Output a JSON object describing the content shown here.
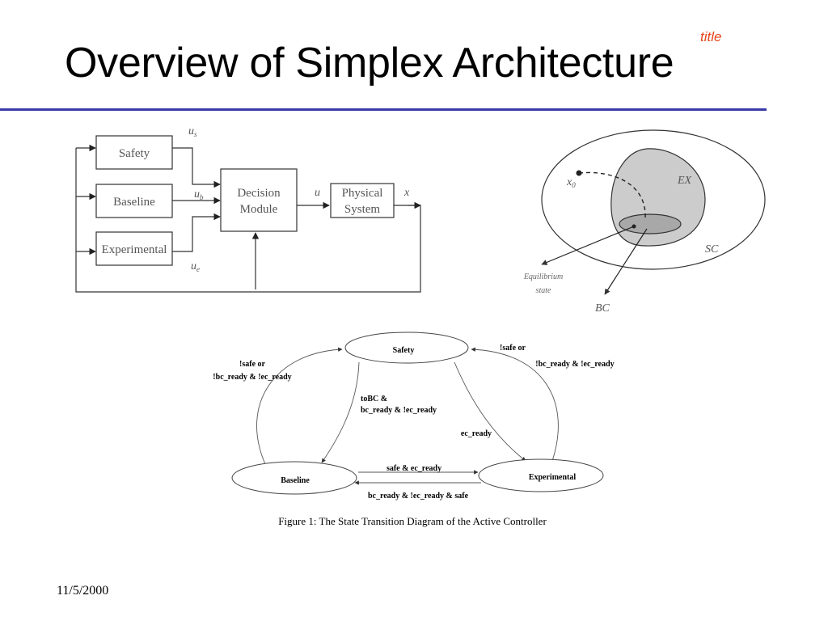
{
  "slide": {
    "tag": "title",
    "title": "Overview of Simplex Architecture",
    "date": "11/5/2000"
  },
  "block_diagram": {
    "blocks": {
      "safety": "Safety",
      "baseline": "Baseline",
      "experimental": "Experimental",
      "decision_line1": "Decision",
      "decision_line2": "Module",
      "physical_line1": "Physical",
      "physical_line2": "System"
    },
    "signals": {
      "u": "u",
      "s_sub": "s",
      "b_sub": "b",
      "e_sub": "e",
      "x": "x"
    }
  },
  "region_diagram": {
    "outer_label": "SC",
    "inner_label": "EX",
    "initial_state": "x",
    "initial_sub": "0",
    "equilibrium_line1": "Equilibrium",
    "equilibrium_line2": "state",
    "bc_label": "BC"
  },
  "state_diagram": {
    "states": {
      "safety": "Safety",
      "baseline": "Baseline",
      "experimental": "Experimental"
    },
    "edges": {
      "left_line1": "!safe or",
      "left_line2": "!bc_ready & !ec_ready",
      "right_line1": "!safe or",
      "right_line2": "!bc_ready & !ec_ready",
      "tobc_line1": "toBC &",
      "tobc_line2": "bc_ready & !ec_ready",
      "ec_ready": "ec_ready",
      "safe_ec": "safe & ec_ready",
      "bc_ec_safe": "bc_ready & !ec_ready & safe"
    },
    "caption": "Figure 1:  The State Transition Diagram of the Active Controller"
  },
  "colors": {
    "title_rule": "#3a3aa8",
    "tag": "#e8431a",
    "ex_region": "#cccccc",
    "bc_region": "#a8a8a8"
  }
}
